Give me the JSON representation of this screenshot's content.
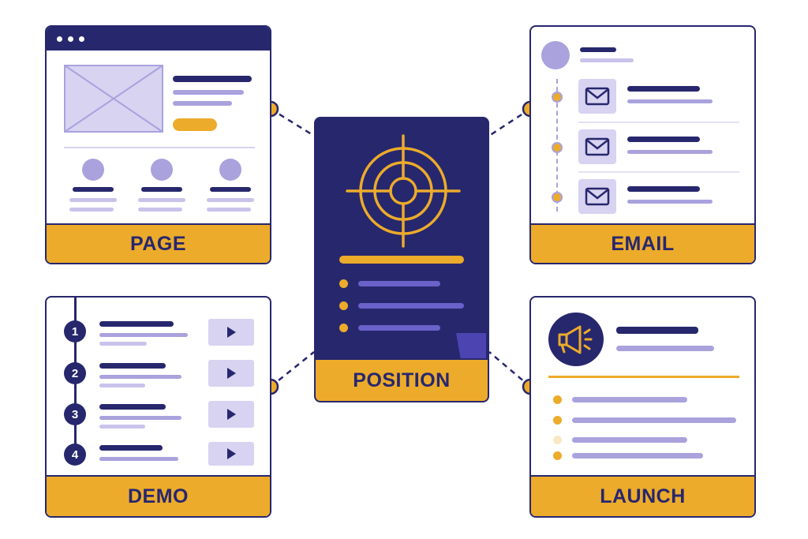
{
  "cards": {
    "page": {
      "label": "PAGE"
    },
    "email": {
      "label": "EMAIL"
    },
    "position": {
      "label": "POSITION"
    },
    "demo": {
      "label": "DEMO",
      "steps": [
        "1",
        "2",
        "3",
        "4"
      ]
    },
    "launch": {
      "label": "LAUNCH"
    }
  },
  "icons": {
    "center": "target-icon",
    "email": "envelope-icon",
    "demo": "play-icon",
    "launch": "megaphone-icon",
    "page": "image-placeholder-icon"
  },
  "colors": {
    "navy": "#27276e",
    "gold": "#ecab2a",
    "lavender": "#a9a2dd",
    "light_lavender": "#d7d3f1"
  }
}
